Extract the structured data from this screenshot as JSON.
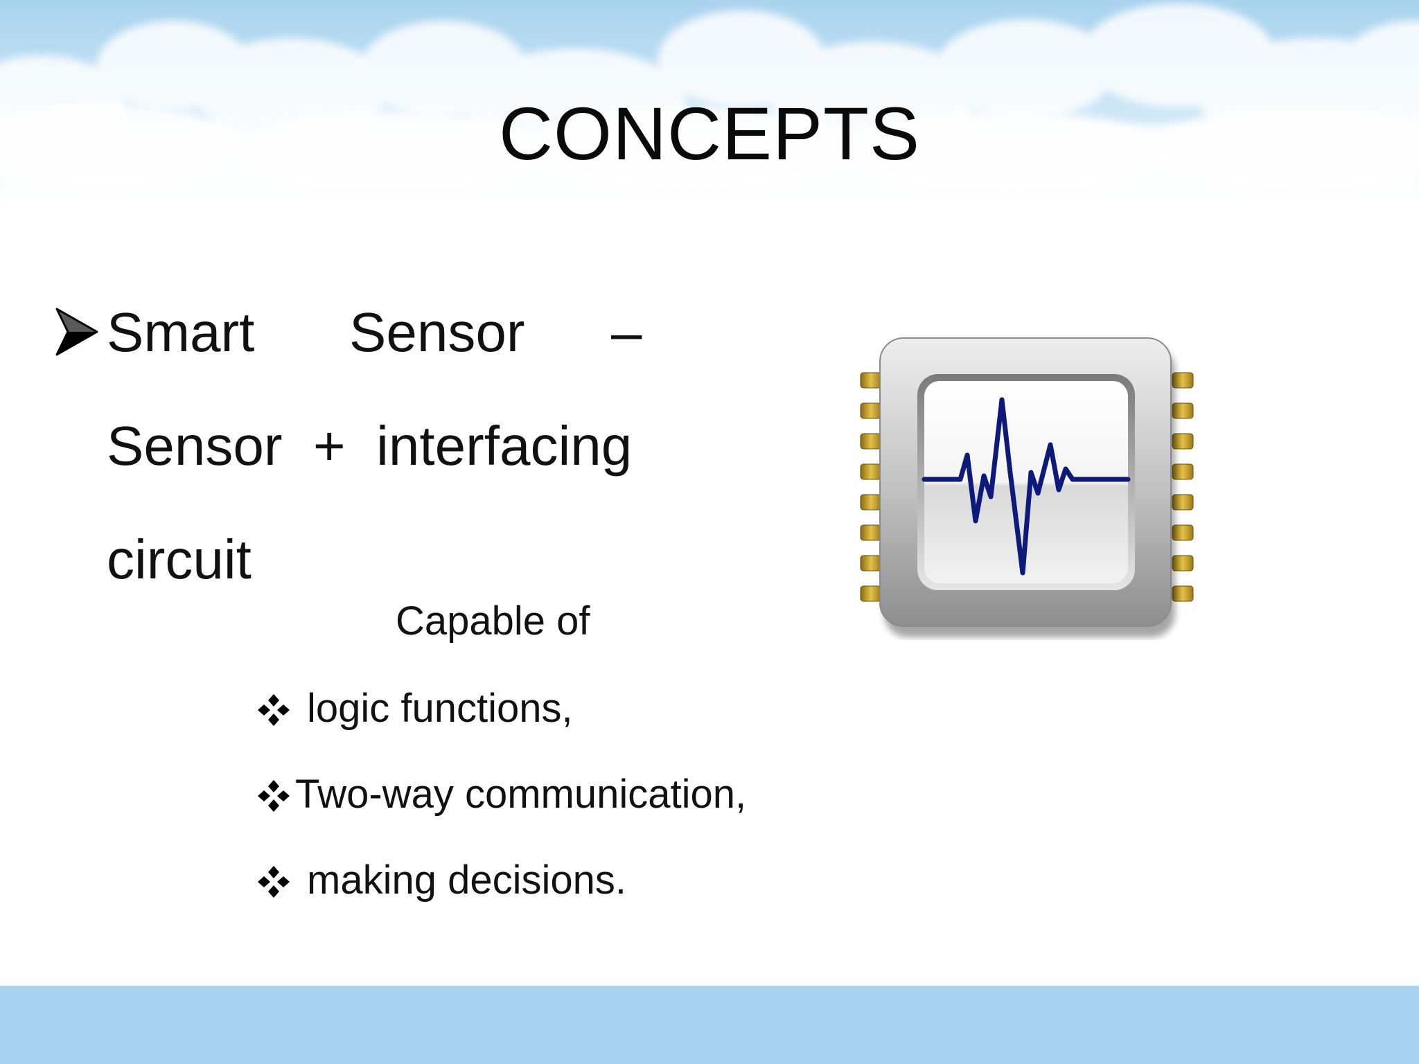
{
  "slide": {
    "title": "CONCEPTS",
    "main_bullet": {
      "line1_words": [
        "Smart",
        "Sensor",
        "–"
      ],
      "line2": "Sensor  +  interfacing",
      "line3": "circuit"
    },
    "capable_label": "Capable of",
    "sub_items": [
      "logic functions,",
      "Two-way communication,",
      "making decisions."
    ]
  },
  "icons": {
    "main_bullet": "arrowhead-bullet-icon",
    "sub_bullet": "four-diamond-bullet-icon",
    "illustration": "sensor-chip-waveform-icon"
  },
  "colors": {
    "sky": "#a9d3ee",
    "cloud": "#ffffff",
    "footer_band": "#a9d3ee",
    "waveform": "#0d1a7a",
    "chip_body": "#bdbdbd",
    "chip_pins": "#c9a227"
  }
}
